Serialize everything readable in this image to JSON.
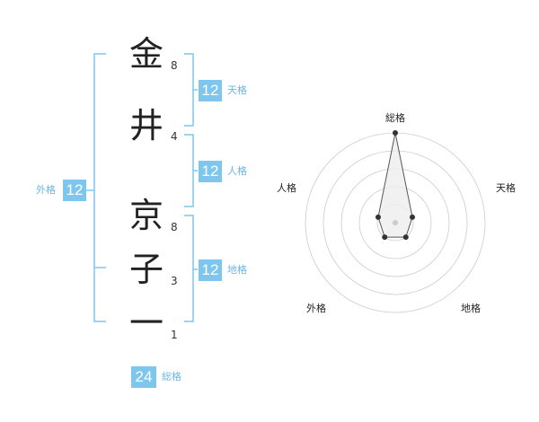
{
  "name": {
    "characters": [
      "金",
      "井",
      "京",
      "子",
      "一"
    ],
    "strokes": [
      "8",
      "4",
      "8",
      "3",
      "1"
    ]
  },
  "grades": {
    "tenkaku": {
      "value": "12",
      "label": "天格"
    },
    "jinkaku": {
      "value": "12",
      "label": "人格"
    },
    "chikaku": {
      "value": "12",
      "label": "地格"
    },
    "gaikaku": {
      "value": "12",
      "label": "外格"
    },
    "soukaku": {
      "value": "24",
      "label": "総格"
    }
  },
  "radar": {
    "axes": [
      "総格",
      "天格",
      "地格",
      "外格",
      "人格"
    ],
    "levels": [
      5,
      1,
      1,
      1,
      1
    ],
    "max_level": 5,
    "colors": {
      "fill": "#eeeeee",
      "stroke": "#555555",
      "point": "#333333",
      "grid": "#cccccc"
    }
  },
  "colors": {
    "accent": "#7fc6ee",
    "accent_text": "#6cb6e4",
    "bracket": "#7fc6ee"
  }
}
